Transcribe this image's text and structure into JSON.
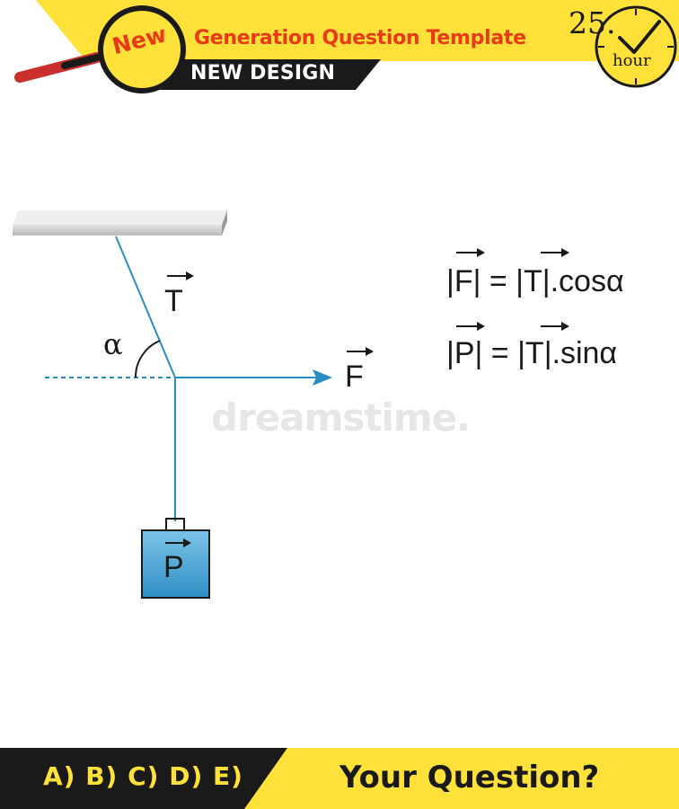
{
  "header": {
    "badge_label": "New",
    "title": "Generation Question Template",
    "subtitle": "NEW DESIGN",
    "clock_number": "25.",
    "clock_unit": "hour",
    "icons": [
      "magnifier-icon",
      "clock-check-icon"
    ]
  },
  "diagram": {
    "tension_label": "T",
    "force_label": "F",
    "weight_label": "P",
    "angle_label": "α",
    "equations": {
      "eq1": "|F| = |T|.cosα",
      "eq2": "|P| = |T|.sinα"
    }
  },
  "watermark": "dreamstime.",
  "footer": {
    "answers": "A) B) C) D) E)",
    "question": "Your Question?"
  },
  "colors": {
    "banner_yellow": "#ffe13a",
    "accent_red": "#e83a16",
    "line_blue": "#2a8cc4",
    "weight_fill": "#49a6d6",
    "dark": "#1a1a1a"
  }
}
